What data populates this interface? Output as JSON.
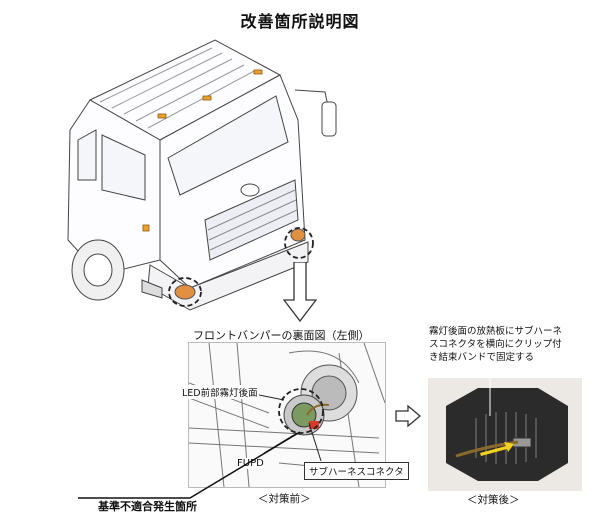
{
  "title": "改善箇所説明図",
  "bumper_view": {
    "title": "フロントバンパーの裏面図（左側）",
    "led_label": "LED前部霧灯後面",
    "fupd_label": "FUPD",
    "harness_label": "サブハーネスコネクタ",
    "caption_before": "＜対策前＞"
  },
  "after_view": {
    "note": "霧灯後面の放熱板にサブハーネスコネクタを横向にクリップ付き結束バンドで固定する",
    "caption_after": "＜対策後＞"
  },
  "nonconformity_label": "基準不適合発生箇所",
  "colors": {
    "harness_connector": "#d83a2a",
    "fixed_arrow": "#f2d21e",
    "photo_background": "#ece8e4",
    "fog_lamp_body": "#2b2b2b"
  }
}
